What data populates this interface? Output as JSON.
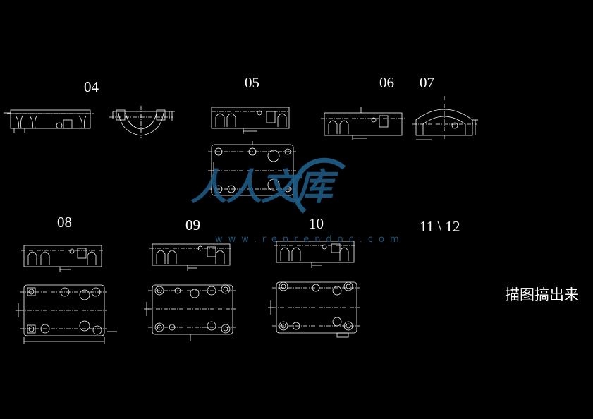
{
  "labels": {
    "l04": "04",
    "l05": "05",
    "l06": "06",
    "l07": "07",
    "l08": "08",
    "l09": "09",
    "l10": "10",
    "l11_12": "11 \\  12"
  },
  "note": "描图搞出来",
  "watermark": {
    "text": "人人文库",
    "url": "www.renrendoc.com",
    "color": "#1f5f8a"
  },
  "colors": {
    "background": "#000000",
    "line": "#ffffff"
  }
}
